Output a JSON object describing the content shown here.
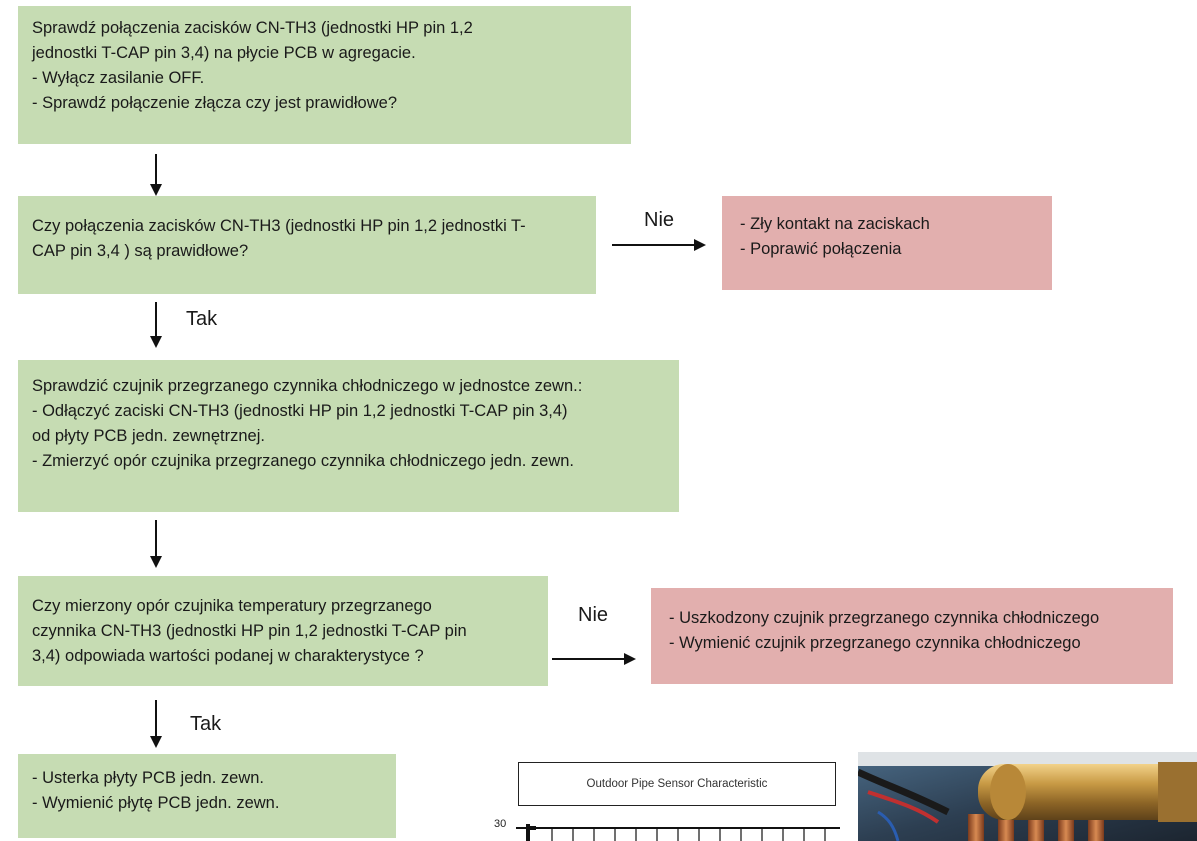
{
  "boxes": {
    "step1": {
      "lines": [
        "Sprawdź połączenia zacisków CN-TH3 (jednostki HP pin 1,2",
        "jednostki T-CAP pin 3,4)  na płycie PCB w agregacie.",
        "- Wyłącz zasilanie OFF.",
        "- Sprawdź połączenie złącza czy jest prawidłowe?"
      ]
    },
    "question1": {
      "lines": [
        "Czy połączenia zacisków CN-TH3 (jednostki HP pin 1,2 jednostki T-",
        "CAP pin 3,4 ) są prawidłowe?"
      ]
    },
    "error1": {
      "lines": [
        "- Zły kontakt na zaciskach",
        "- Poprawić połączenia"
      ]
    },
    "step2": {
      "lines": [
        "Sprawdzić czujnik przegrzanego czynnika chłodniczego w jednostce zewn.:",
        "- Odłączyć zaciski CN-TH3 (jednostki HP pin 1,2 jednostki T-CAP pin 3,4)",
        "od płyty PCB jedn. zewnętrznej.",
        "- Zmierzyć opór czujnika przegrzanego czynnika chłodniczego jedn. zewn."
      ]
    },
    "question2": {
      "lines": [
        "Czy mierzony opór czujnika temperatury przegrzanego",
        "czynnika CN-TH3 (jednostki HP pin 1,2 jednostki T-CAP pin",
        "3,4) odpowiada wartości podanej w charakterystyce ?"
      ]
    },
    "error2": {
      "lines": [
        "- Uszkodzony czujnik przegrzanego czynnika chłodniczego",
        "- Wymienić czujnik przegrzanego czynnika chłodniczego"
      ]
    },
    "result": {
      "lines": [
        "- Usterka płyty PCB jedn. zewn.",
        "- Wymienić płytę PCB jedn. zewn."
      ]
    }
  },
  "labels": {
    "nie1": "Nie",
    "tak1": "Tak",
    "nie2": "Nie",
    "tak2": "Tak"
  },
  "chart_data": {
    "type": "line",
    "title": "Outdoor Pipe Sensor Characteristic",
    "y_tick_visible": "30",
    "series": []
  },
  "colors": {
    "green_box": "#c6dcb3",
    "red_box": "#e2afae"
  }
}
